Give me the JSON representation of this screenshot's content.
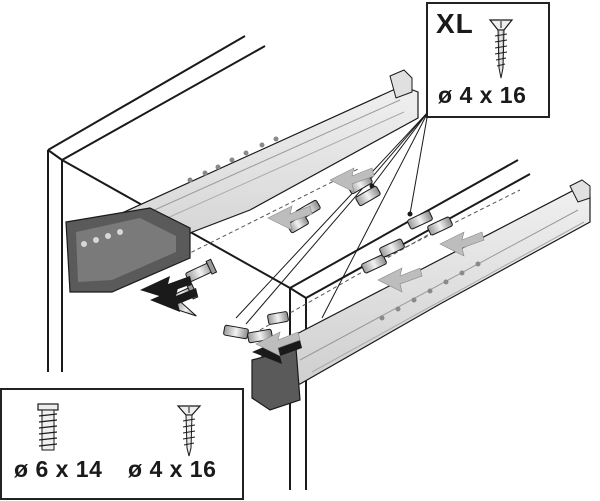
{
  "xl_box": {
    "title": "XL",
    "screw_spec": "ø 4 x 16",
    "screw_icon": "countersunk-wood-screw-icon"
  },
  "screw_legend": {
    "items": [
      {
        "spec": "ø 6 x 14",
        "icon": "system-screw-icon"
      },
      {
        "spec": "ø 4 x 16",
        "icon": "countersunk-wood-screw-icon"
      }
    ]
  },
  "colors": {
    "line": "#1a1a1a",
    "rail_fill": "#e6e6e6",
    "rail_shade": "#cfcfcf",
    "bracket_dark": "#4a4a4a",
    "arrow_light": "#bdbdbd",
    "arrow_dark": "#1a1a1a"
  }
}
